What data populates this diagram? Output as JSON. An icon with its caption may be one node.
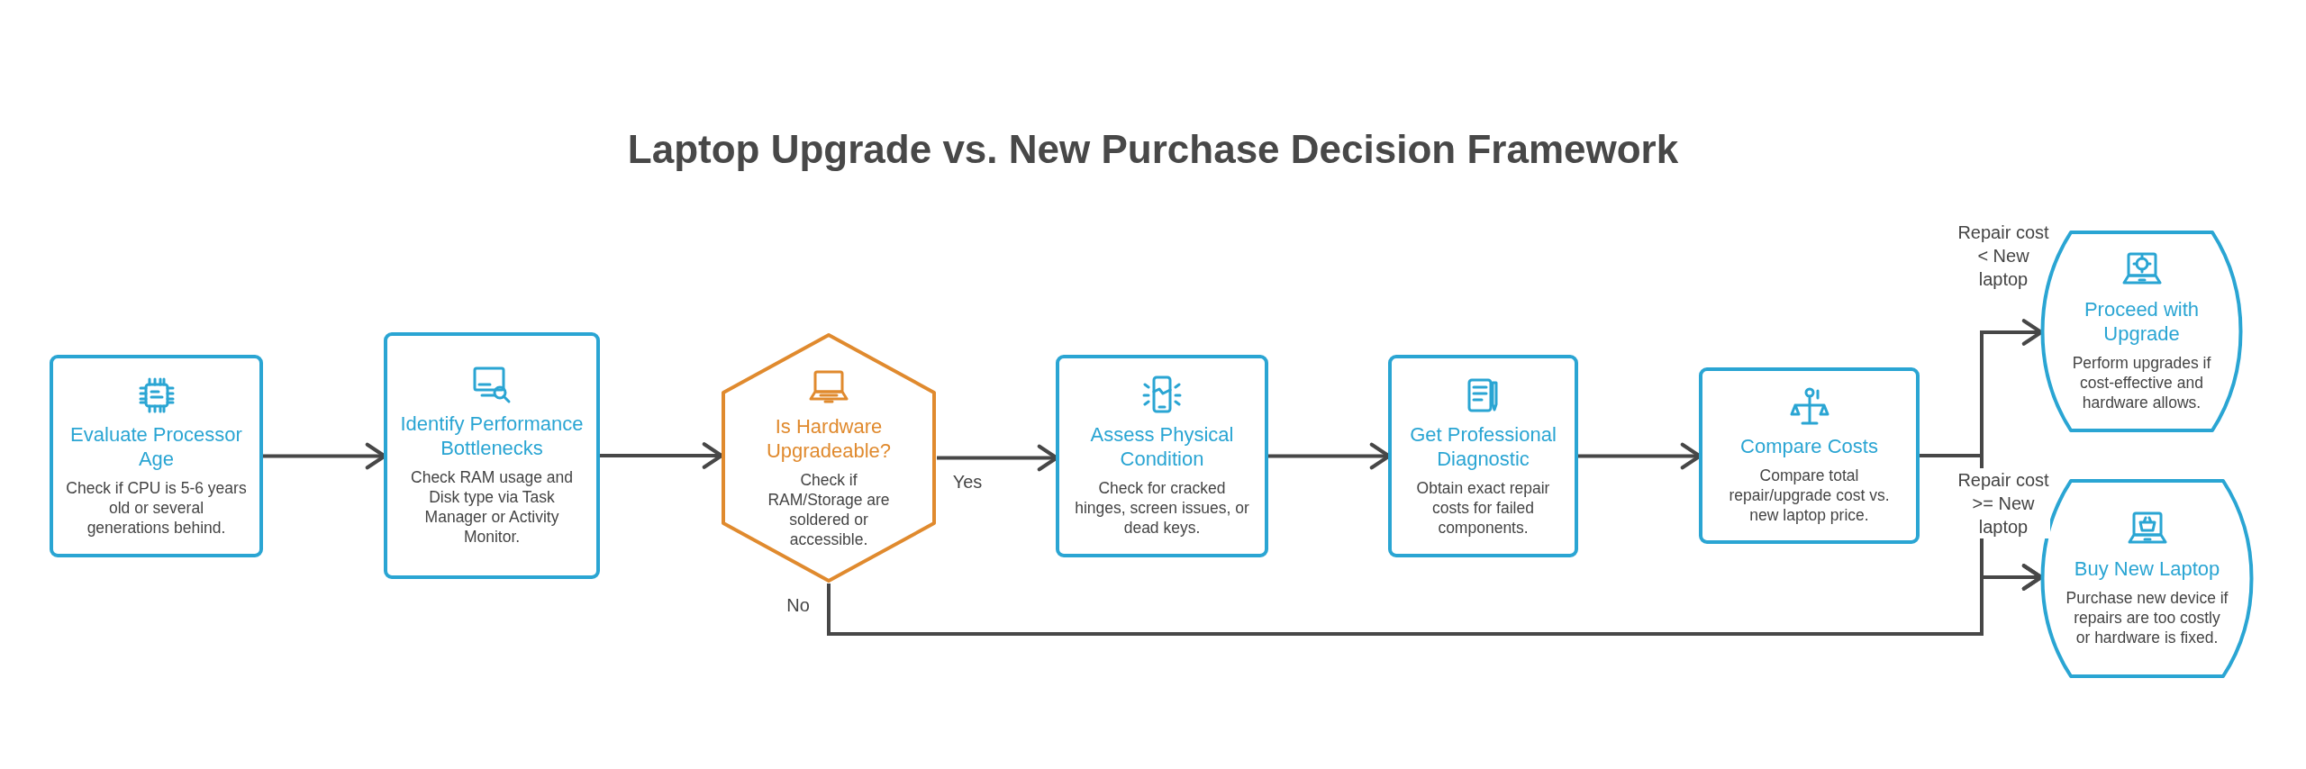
{
  "diagram": {
    "title": "Laptop Upgrade vs. New Purchase Decision Framework",
    "nodes": [
      {
        "text": [
          "Evaluate Processor Age",
          "Check if CPU is 5-6 years old or several generations behind."
        ]
      },
      {
        "text": [
          "Identify Performance Bottlenecks",
          "Check RAM usage and Disk type via Task Manager or Activity Monitor."
        ]
      },
      {
        "text": [
          "Is Hardware Upgradeable?",
          "Check if RAM/Storage are soldered or accessible."
        ]
      },
      {
        "text": [
          "Assess Physical Condition",
          "Check for cracked hinges, screen issues, or dead keys."
        ]
      },
      {
        "text": [
          "Get Professional Diagnostic",
          "Obtain exact repair costs for failed components."
        ]
      },
      {
        "text": [
          "Compare Costs",
          "Compare total repair/upgrade cost vs. new laptop price."
        ]
      },
      {
        "text": [
          "Proceed with Upgrade",
          "Perform upgrades if cost-effective and hardware allows."
        ]
      },
      {
        "text": [
          "Buy New Laptop",
          "Purchase new device if repairs are too costly or hardware is fixed."
        ]
      }
    ],
    "edges": [
      {
        "from": 0,
        "to": 1,
        "arrow": "to"
      },
      {
        "from": 1,
        "to": 2,
        "arrow": "to"
      },
      {
        "from": 2,
        "to": 3,
        "arrow": "to",
        "label": "Yes"
      },
      {
        "from": 3,
        "to": 4,
        "arrow": "to"
      },
      {
        "from": 4,
        "to": 5,
        "arrow": "to"
      },
      {
        "from": 5,
        "to": 6,
        "arrow": "to",
        "label": "Repair cost < New laptop"
      },
      {
        "from": 5,
        "to": 7,
        "arrow": "to",
        "label": "Repair cost >= New laptop"
      },
      {
        "from": 2,
        "to": 7,
        "arrow": "to",
        "label": "No"
      }
    ]
  }
}
